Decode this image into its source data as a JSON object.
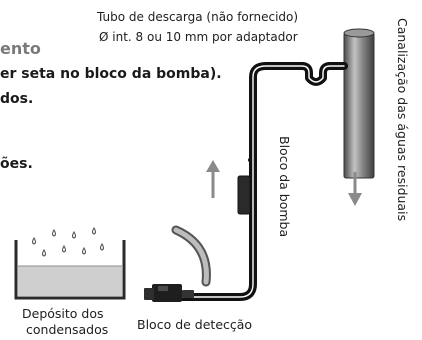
{
  "text_fragments": {
    "line1": "ento",
    "line2": "er seta no bloco da bomba).",
    "line3": "dos.",
    "line4": "ões."
  },
  "labels": {
    "drain_tube": "Tubo de descarga (não fornecido)",
    "drain_tube_diameter": "Ø int. 8 ou 10 mm por adaptador",
    "wastewater_pipe": "Canalização das águas residuais",
    "pump_block": "Bloco da bomba",
    "condensate_tray_line1": "Depósito dos",
    "condensate_tray_line2": "condensados",
    "detection_block": "Bloco de detecção"
  },
  "icons": [
    "water-drop-icon",
    "up-arrow-icon",
    "down-arrow-icon"
  ],
  "colors": {
    "tube": "#111111",
    "pipe_body": "#6e6e6e",
    "pipe_highlight": "#c4c4c4",
    "water": "#cfcfcf",
    "arrow": "#8a8a8a"
  }
}
